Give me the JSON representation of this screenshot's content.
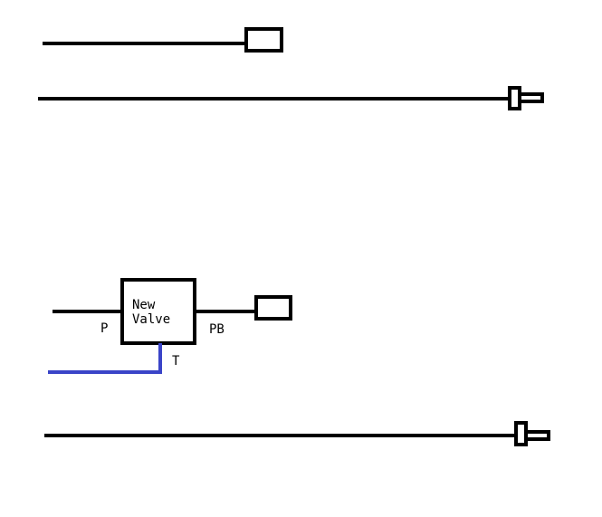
{
  "diagram": {
    "valve": {
      "label_line1": "New",
      "label_line2": "Valve"
    },
    "ports": {
      "p": "P",
      "pb": "PB",
      "t": "T"
    },
    "colors": {
      "line": "#000000",
      "tank_line": "#3a44c8",
      "background": "#ffffff"
    }
  }
}
